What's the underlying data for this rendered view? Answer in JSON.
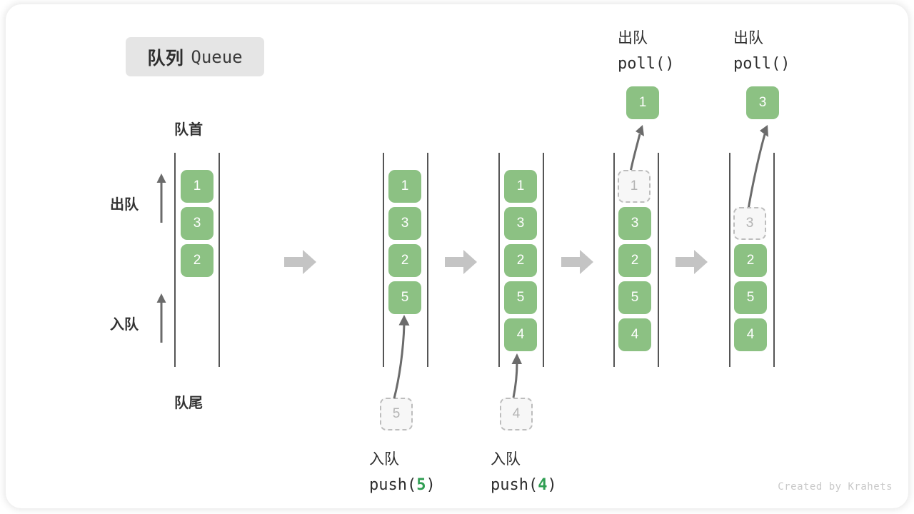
{
  "title": {
    "cn": "队列",
    "en": "Queue"
  },
  "labels": {
    "front": "队首",
    "rear": "队尾",
    "dequeue_side": "出队",
    "enqueue_side": "入队"
  },
  "colors": {
    "cell_fill": "#8cc183",
    "cell_text": "#ffffff",
    "ghost_fill": "#f7f7f7",
    "ghost_border": "#bdbdbd",
    "ghost_text": "#b3b3b3",
    "rail": "#555555",
    "step_arrow": "#c4c4c4",
    "accent_green": "#2f9e52",
    "badge_bg": "#e5e5e5",
    "text_dark": "#2e2e2e",
    "footer_text": "#c9c9c9"
  },
  "columns": [
    {
      "id": "initial",
      "cells": [
        "1",
        "3",
        "2"
      ],
      "ghost_index": -1,
      "caption": null,
      "header": null,
      "output": null
    },
    {
      "id": "after-push-5",
      "cells": [
        "1",
        "3",
        "2",
        "5"
      ],
      "ghost_index": -1,
      "caption": {
        "cn": "入队",
        "code_prefix": "push(",
        "arg": "5",
        "code_suffix": ")"
      },
      "incoming": "5",
      "header": null,
      "output": null
    },
    {
      "id": "after-push-4",
      "cells": [
        "1",
        "3",
        "2",
        "5",
        "4"
      ],
      "ghost_index": -1,
      "caption": {
        "cn": "入队",
        "code_prefix": "push(",
        "arg": "4",
        "code_suffix": ")"
      },
      "incoming": "4",
      "header": null,
      "output": null
    },
    {
      "id": "poll-1",
      "cells": [
        "1",
        "3",
        "2",
        "5",
        "4"
      ],
      "ghost_index": 0,
      "caption": null,
      "header": {
        "cn": "出队",
        "code": "poll()"
      },
      "output": "1"
    },
    {
      "id": "poll-3",
      "cells": [
        "",
        "3",
        "2",
        "5",
        "4"
      ],
      "ghost_index": 1,
      "caption": null,
      "header": {
        "cn": "出队",
        "code": "poll()"
      },
      "output": "3"
    }
  ],
  "footer": "Created by Krahets"
}
